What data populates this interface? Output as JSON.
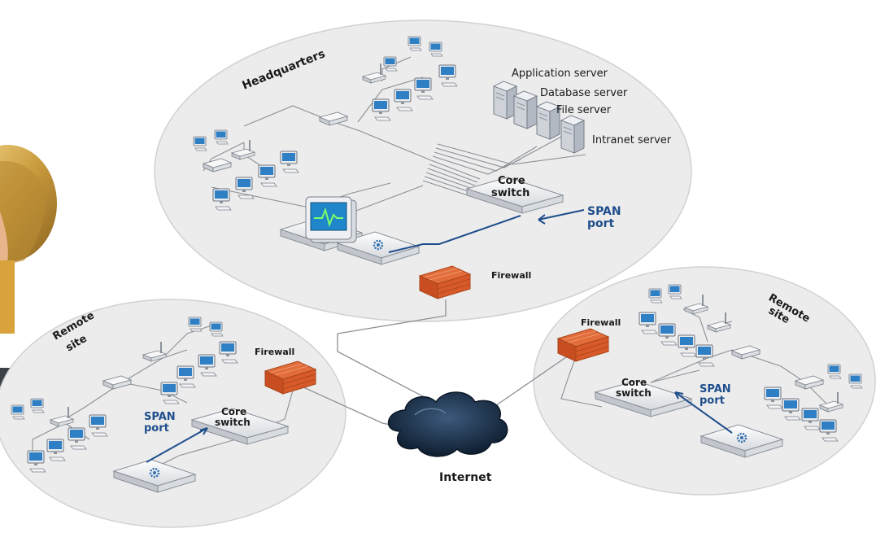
{
  "regions": {
    "headquarters": "Headquarters",
    "remote_left": "Remote site",
    "remote_right": "Remote site"
  },
  "labels": {
    "application_server": "Application server",
    "database_server": "Database server",
    "file_server": "File server",
    "intranet_server": "Intranet server",
    "core_switch_line1": "Core",
    "core_switch_line2": "switch",
    "span_line1": "SPAN",
    "span_line2": "port",
    "firewall": "Firewall",
    "internet": "Internet"
  },
  "colors": {
    "site_fill": "#ececec",
    "site_stroke": "#cfcfcf",
    "firewall": "#d8582a",
    "span_blue": "#1f4e8c",
    "cloud": "#1a2f4a",
    "monitor_screen": "#1f86c9"
  }
}
